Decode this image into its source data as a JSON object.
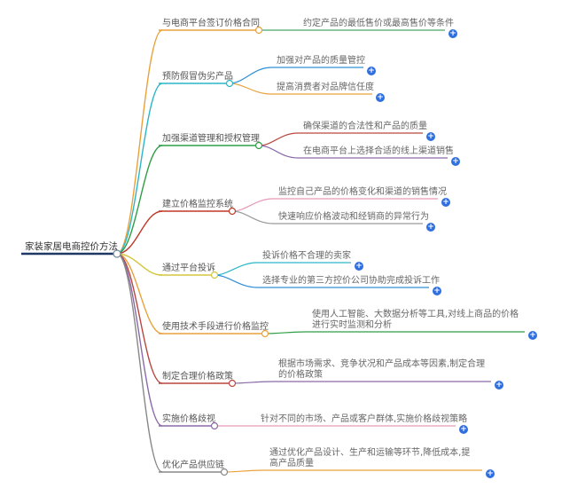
{
  "root": {
    "label": "家装家居电商控价方法",
    "color": "#1f3864"
  },
  "branches": [
    {
      "label": "与电商平台签订价格合同",
      "color": "#e8a23c",
      "children": [
        {
          "label": "约定产品的最低售价或最高售价等条件",
          "color": "#4aa36a"
        }
      ]
    },
    {
      "label": "预防假冒伪劣产品",
      "color": "#2bb6c6",
      "children": [
        {
          "label": "加强对产品的质量管控",
          "color": "#2d8fd8"
        },
        {
          "label": "提高消费者对品牌信任度",
          "color": "#e8a23c"
        }
      ]
    },
    {
      "label": "加强渠道管理和授权管理",
      "color": "#2e9e47",
      "children": [
        {
          "label": "确保渠道的合法性和产品的质量",
          "color": "#b9473f"
        },
        {
          "label": "在电商平台上选择合适的线上渠道销售",
          "color": "#8a6aa8"
        }
      ]
    },
    {
      "label": "建立价格监控系统",
      "color": "#c0392b",
      "children": [
        {
          "label": "监控自己产品的价格变化和渠道的销售情况",
          "color": "#e699b8"
        },
        {
          "label": "快速响应价格波动和经销商的异常行为",
          "color": "#9a9a9a"
        }
      ]
    },
    {
      "label": "通过平台投诉",
      "color": "#d4c640",
      "children": [
        {
          "label": "投诉价格不合理的卖家",
          "color": "#2bb6c6"
        },
        {
          "label": "选择专业的第三方控价公司协助完成投诉工作",
          "color": "#2d8fd8"
        }
      ]
    },
    {
      "label": "使用技术手段进行价格监控",
      "color": "#e8a23c",
      "children": [
        {
          "label": "使用人工智能、大数据分析等工具,对线上商品的价格进行实时监测和分析",
          "color": "#2e9e47"
        }
      ]
    },
    {
      "label": "制定合理价格政策",
      "color": "#b9473f",
      "children": [
        {
          "label": "根据市场需求、竞争状况和产品成本等因素,制定合理的价格政策",
          "color": "#8a6aa8"
        }
      ]
    },
    {
      "label": "实施价格歧视",
      "color": "#8a6aa8",
      "children": [
        {
          "label": "针对不同的市场、产品或客户群体,实施价格歧视策略",
          "color": "#e699b8"
        }
      ]
    },
    {
      "label": "优化产品供应链",
      "color": "#888888",
      "children": [
        {
          "label": "通过优化产品设计、生产和运输等环节,降低成本,提高产品质量",
          "color": "#e8a23c"
        }
      ]
    }
  ]
}
